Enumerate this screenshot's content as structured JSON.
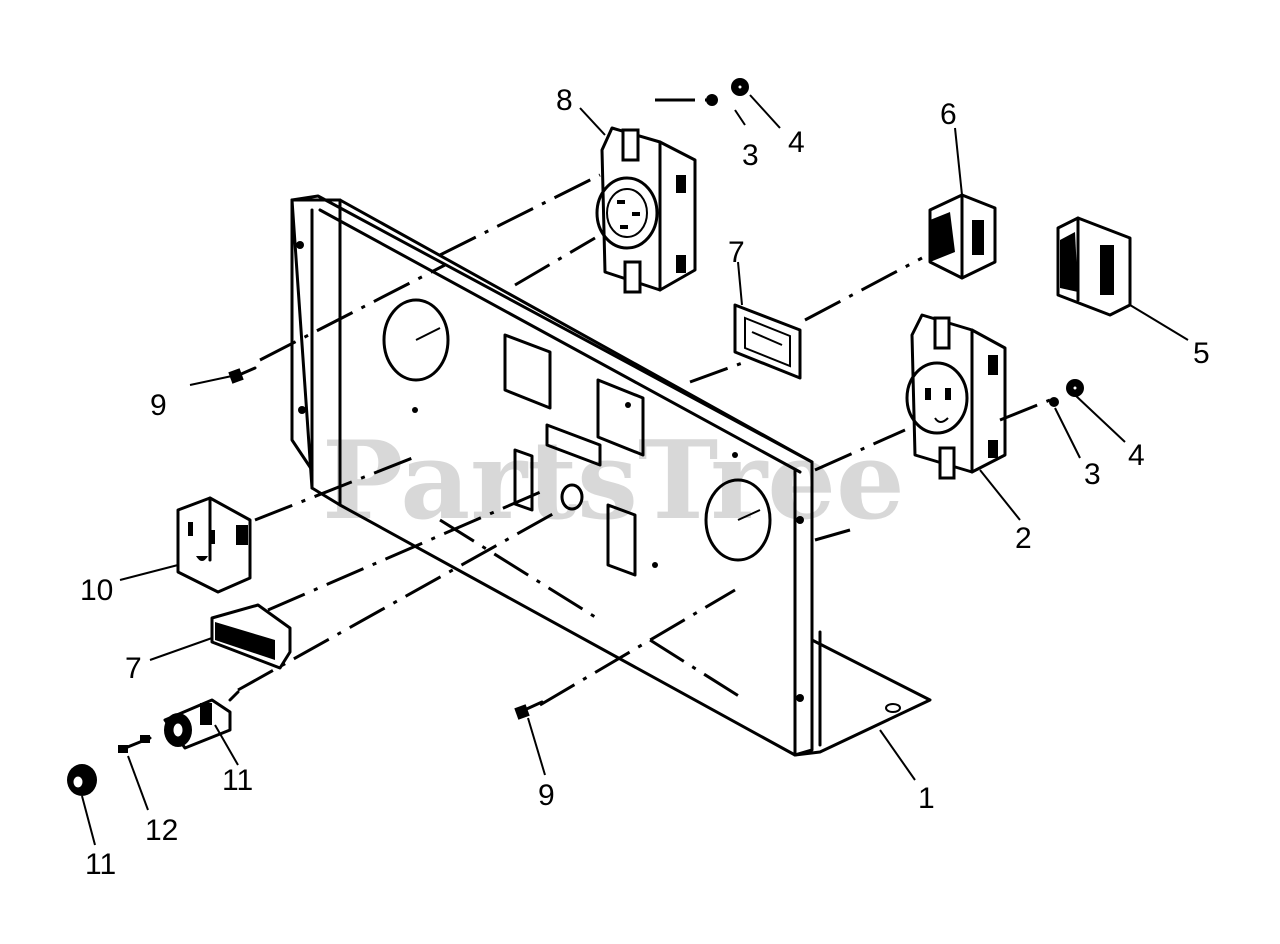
{
  "watermark": "PartsTree",
  "callouts": {
    "c1": "1",
    "c2": "2",
    "c3a": "3",
    "c3b": "3",
    "c4a": "4",
    "c4b": "4",
    "c5": "5",
    "c6": "6",
    "c7a": "7",
    "c7b": "7",
    "c8": "8",
    "c9a": "9",
    "c9b": "9",
    "c10": "10",
    "c11a": "11",
    "c11b": "11",
    "c12": "12"
  }
}
